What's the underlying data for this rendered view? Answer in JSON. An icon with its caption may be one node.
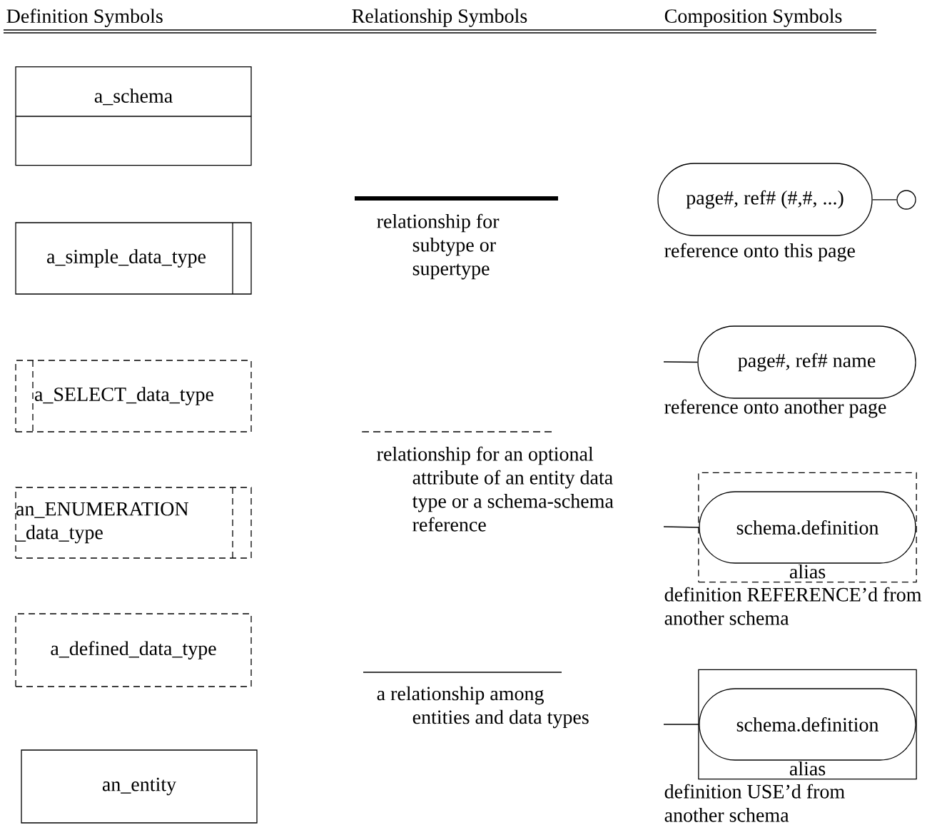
{
  "diagram": {
    "nodes": [
      {
        "text": [
          "a_schema"
        ]
      },
      {
        "text": [
          "a_simple_data_type"
        ]
      },
      {
        "text": [
          "a_SELECT_data_type"
        ]
      },
      {
        "text": [
          "an_ENUMERATION _data_type"
        ]
      },
      {
        "text": [
          "a_defined_data_type"
        ]
      },
      {
        "text": [
          "an_entity"
        ]
      },
      {
        "text": [
          "page#, ref# (#,#, ...)"
        ],
        "beside": [
          "reference onto this page"
        ]
      },
      {
        "text": [],
        "shape": "circle"
      },
      {
        "text": [
          "page#, ref# name"
        ],
        "beside": [
          "reference onto another page"
        ]
      },
      {
        "text": [
          "alias"
        ],
        "beside": [
          "definition REFERENCE’d from another schema"
        ]
      },
      {
        "text": [
          "schema.definition"
        ],
        "in": 9
      },
      {
        "text": [
          "alias"
        ],
        "beside": [
          "definition USE’d from another schema"
        ]
      },
      {
        "text": [
          "schema.definition"
        ],
        "in": 11
      }
    ],
    "edges": [
      {
        "from": 6,
        "to": 7,
        "arrow": "none"
      },
      {
        "from": null,
        "to": 8,
        "arrow": "none"
      },
      {
        "from": null,
        "to": 10,
        "arrow": "none"
      },
      {
        "from": null,
        "to": 12,
        "arrow": "none"
      }
    ],
    "labels": [
      "Definition Symbols",
      "Relationship Symbols",
      "Composition Symbols"
    ],
    "legend": [
      {
        "text": "relationship for subtype or supertype"
      },
      {
        "text": "relationship for an optional attribute of an entity data type or a schema-schema reference"
      },
      {
        "text": "a relationship among entities and data types"
      }
    ]
  }
}
